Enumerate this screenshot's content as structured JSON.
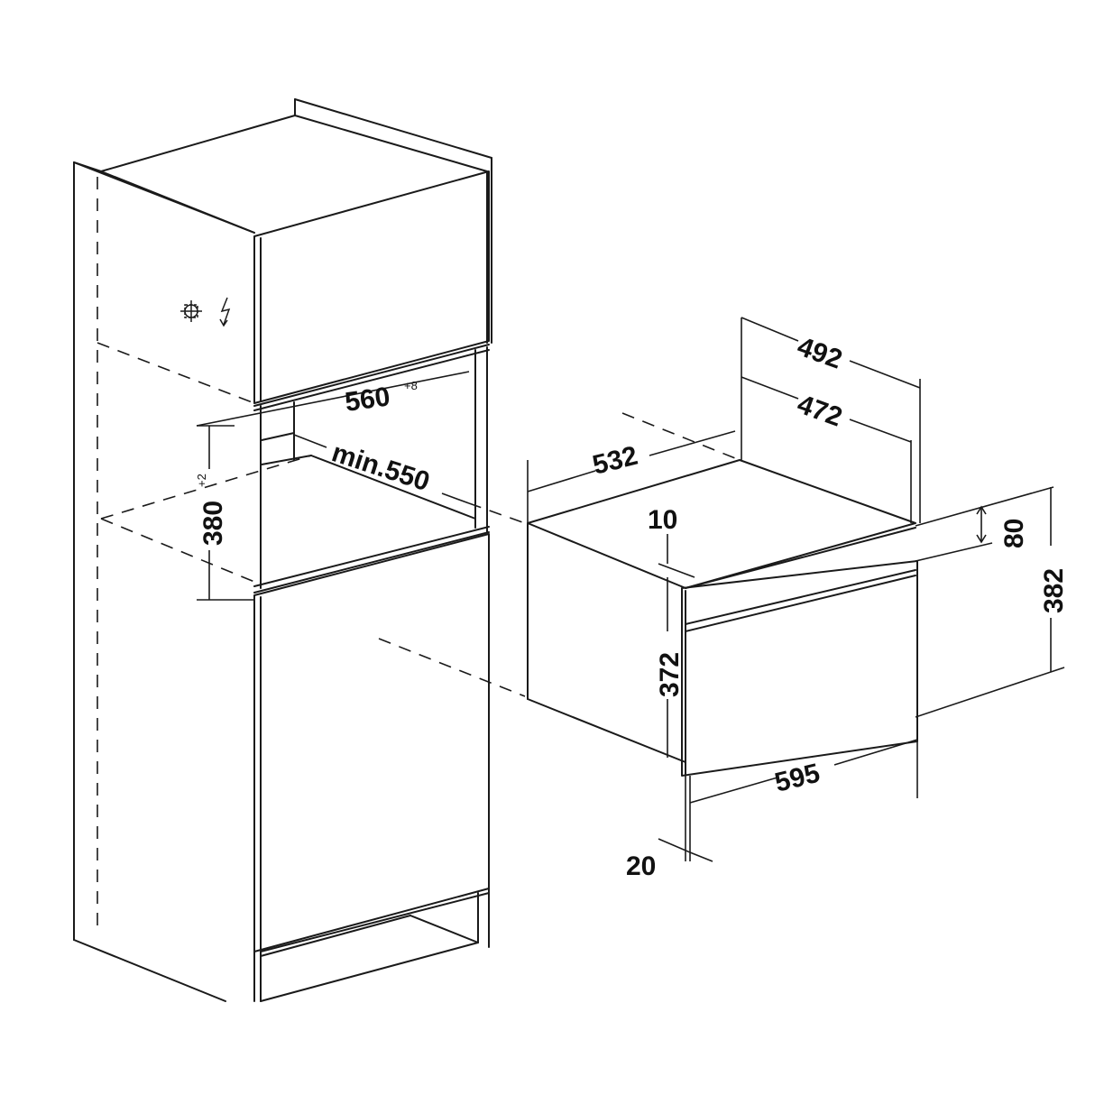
{
  "labels": {
    "niche_width": "560",
    "niche_width_tol": "+8",
    "niche_depth": "min.550",
    "niche_height": "380",
    "niche_height_tol": "+2",
    "body_depth": "532",
    "top_depth_outer": "492",
    "top_depth_inner": "472",
    "gap_top": "10",
    "top_offset": "80",
    "front_height": "382",
    "body_height": "372",
    "front_width": "595",
    "front_thickness": "20"
  },
  "icons": {
    "socket": "electrical-socket-icon",
    "power": "lightning-bolt-icon"
  }
}
